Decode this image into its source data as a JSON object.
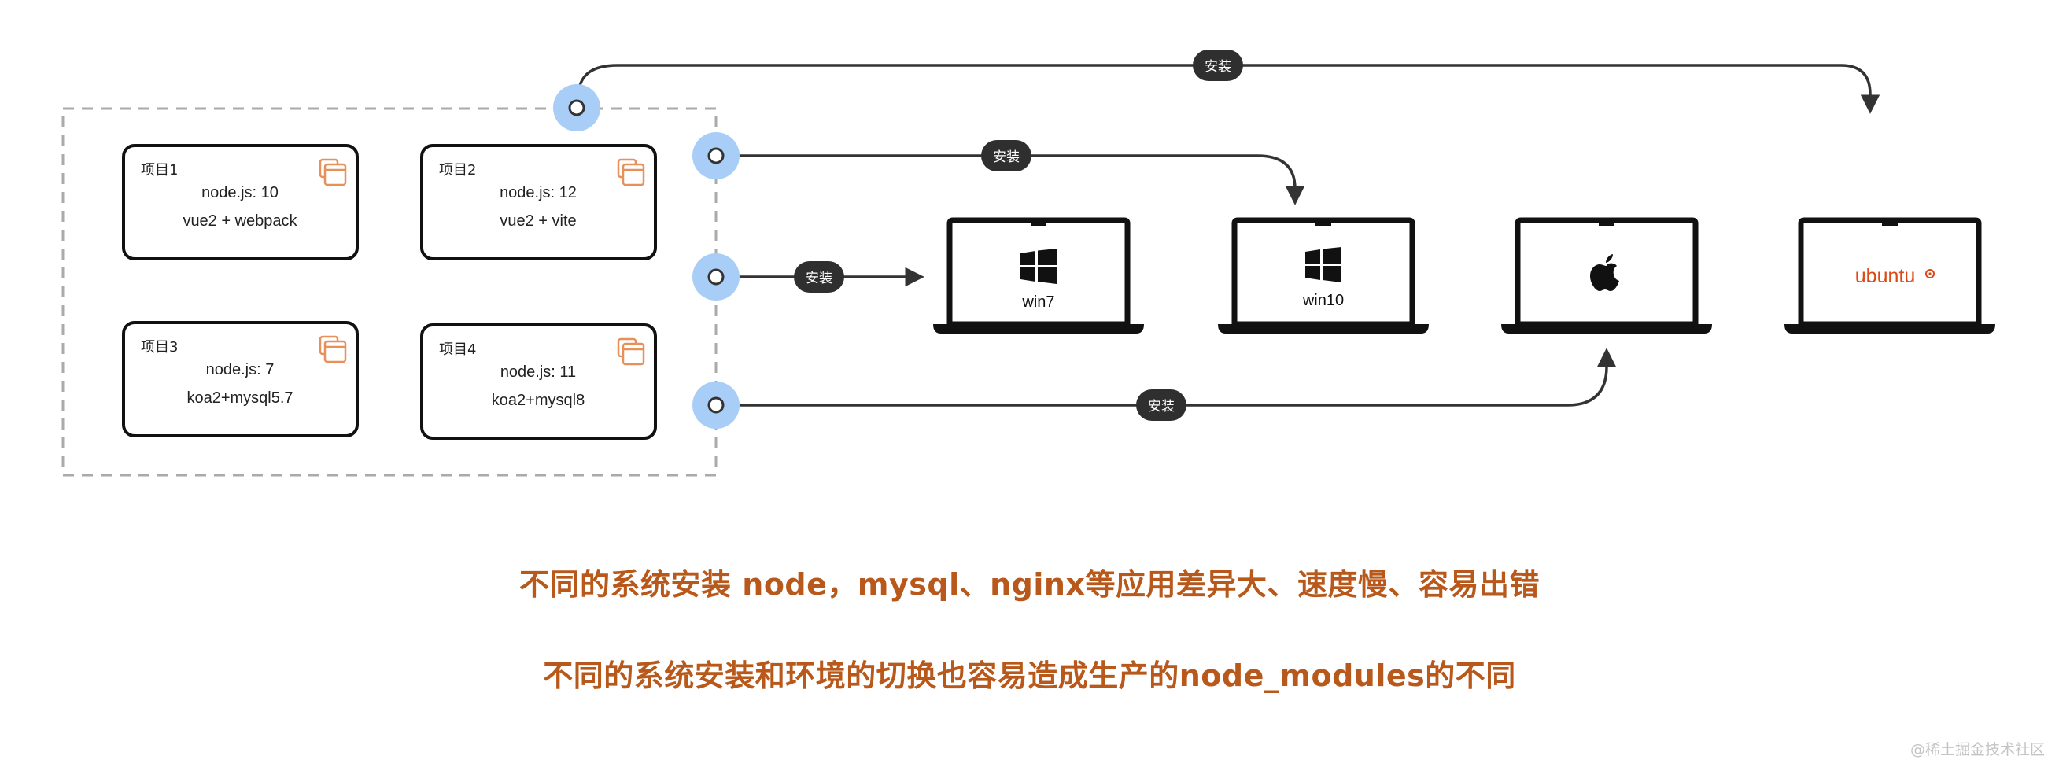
{
  "projects": [
    {
      "id": "项目1",
      "node": "node.js: 10",
      "stack": "vue2 + webpack"
    },
    {
      "id": "项目2",
      "node": "node.js: 12",
      "stack": "vue2 + vite"
    },
    {
      "id": "项目3",
      "node": "node.js: 7",
      "stack": "koa2+mysql5.7"
    },
    {
      "id": "项目4",
      "node": "node.js: 11",
      "stack": "koa2+mysql8"
    }
  ],
  "install_label": "安装",
  "laptops": [
    {
      "label": "win7",
      "logo": "windows-logo"
    },
    {
      "label": "win10",
      "logo": "windows-logo"
    },
    {
      "label": "",
      "logo": "apple-logo"
    },
    {
      "label": "",
      "logo": "ubuntu-logo",
      "wordmark": "ubuntu"
    }
  ],
  "captions": {
    "line1": "不同的系统安装 node，mysql、nginx等应用差异大、速度慢、容易出错",
    "line2": "不同的系统安装和环境的切换也容易造成生产的node_modules的不同"
  },
  "watermark": "@稀土掘金技术社区",
  "colors": {
    "accent": "#b8581a",
    "node_blue": "#a8cdf6",
    "line": "#333333",
    "pill": "#2f2f2f",
    "project_icon": "#e8905a",
    "ubuntu": "#dd4814"
  }
}
